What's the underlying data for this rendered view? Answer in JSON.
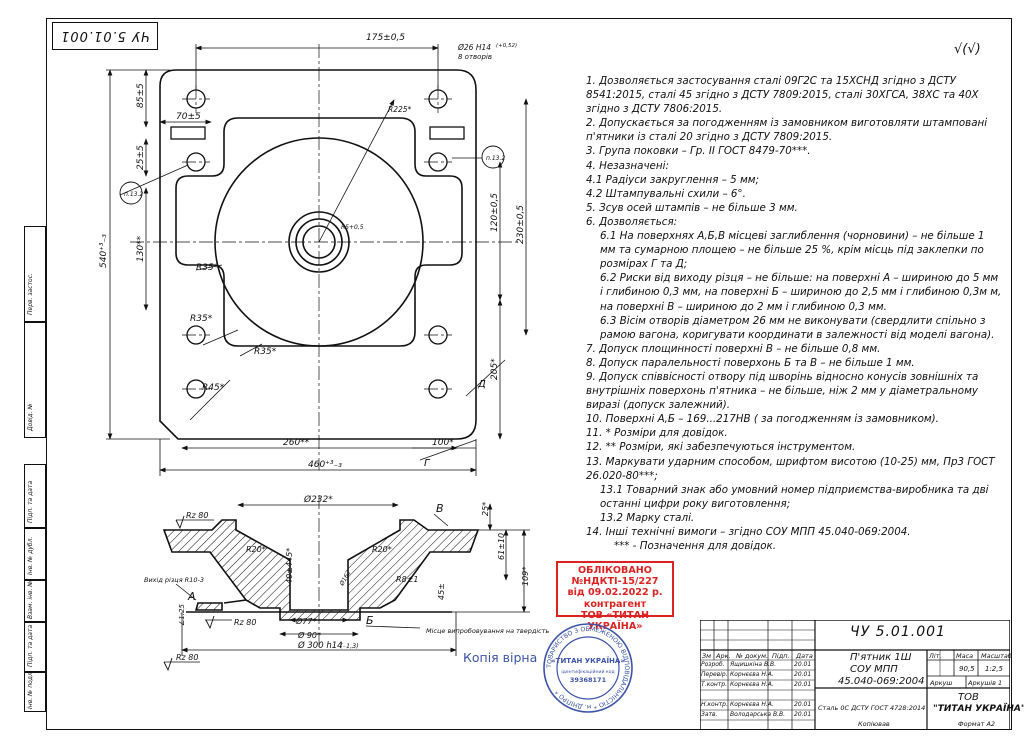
{
  "document": {
    "code_rotated": "ЧУ 5.01.001",
    "roughness": "√(√)",
    "dims": {
      "d175": "175±0,5",
      "hole_d": "Ø26 Н14",
      "hole_tol": "(+0,52)",
      "hole_count": "8 отворів",
      "d85": "85±5",
      "d70": "70±5",
      "d25": "25±5",
      "d130": "130**",
      "d540": "540⁺³₋₃",
      "d230": "230±0,5",
      "d120": "120±0,5",
      "d205": "205*",
      "d260": "260**",
      "d100": "100*",
      "d460": "460⁺³₋₃",
      "r35a": "R35*",
      "r35b": "R35*",
      "r35c": "R35*",
      "r45": "R45*",
      "r225": "R225*",
      "r_hub": "R5+0,5",
      "p13_left": "п.13.2",
      "p13_right": "п.13.2",
      "letter_d": "Д",
      "letter_g": "Г",
      "d232": "Ø232*",
      "rz80a": "Rz 80",
      "rz80b": "Rz 80",
      "rz80c": "Rz 80",
      "r20a": "R20*",
      "r20b": "R20*",
      "d45": "45*",
      "d40": "40±4",
      "r8": "R8±1",
      "d45b": "45±",
      "d61": "61±10",
      "d109": "109*",
      "d25b": "25*",
      "d77": "Ø77*",
      "d90": "Ø 90*",
      "d300": "Ø 300 h14",
      "d300tol": "(₋1,3)",
      "d162": "Ø162",
      "exit": "Вихід різця R10-3",
      "tilt": "∠1:25",
      "letter_v": "В",
      "letter_a": "А",
      "letter_b": "Б",
      "thread_note": "Місце випробовування на твердість"
    },
    "notes": [
      {
        "cls": "n",
        "text": "1. Дозволяється застосування сталі 09Г2С та 15ХСНД згідно з ДСТУ 8541:2015, сталі 45 згідно з ДСТУ 7809:2015, сталі 30ХГСА, 38ХС та 40Х згідно з ДСТУ 7806:2015."
      },
      {
        "cls": "n",
        "text": "2. Допускається за погодженням із замовником виготовляти штамповані п'ятники із сталі 20 згідно з ДСТУ 7809:2015."
      },
      {
        "cls": "n",
        "text": "3. Група поковки – Гр. II ГОСТ 8479-70***."
      },
      {
        "cls": "n",
        "text": "4. Незазначені:"
      },
      {
        "cls": "n",
        "text": "4.1 Радіуси закруглення – 5 мм;"
      },
      {
        "cls": "n",
        "text": "4.2 Штампувальні схили – 6°."
      },
      {
        "cls": "n",
        "text": "5. Зсув осей штампів – не більше 3 мм."
      },
      {
        "cls": "n",
        "text": "6. Дозволяється:"
      },
      {
        "cls": "n sub",
        "text": "6.1 На поверхнях А,Б,В місцеві заглиблення (чорновини) – не більше 1 мм та сумарною площею – не більше 25 %, крім місць під заклепки по розмірах Г та Д;"
      },
      {
        "cls": "n sub",
        "text": "6.2 Риски від виходу різця – не більше: на поверхні А – шириною до 5 мм і глибиною 0,3 мм, на поверхні Б – шириною до 2,5 мм і глибиною 0,3м м, на поверхні В – шириною до 2 мм і глибиною 0,3 мм."
      },
      {
        "cls": "n sub",
        "text": "6.3 Вісім отворів діаметром 26 мм не виконувати (свердлити спільно з рамою вагона, коригувати координати в залежності від моделі вагона)."
      },
      {
        "cls": "n",
        "text": "7. Допуск площинності поверхні В – не більше 0,8 мм."
      },
      {
        "cls": "n",
        "text": "8. Допуск паралельності поверхонь Б та В – не більше 1 мм."
      },
      {
        "cls": "n",
        "text": "9. Допуск співвісності отвору під шворінь відносно конусів зовнішніх та внутрішніх поверхонь п'ятника – не більше, ніж 2 мм у діаметральному виразі (допуск залежний)."
      },
      {
        "cls": "n",
        "text": "10. Поверхні А,Б – 169...217НВ ( за погодженням із замовником)."
      },
      {
        "cls": "n",
        "text": "11. * Розміри для довідок."
      },
      {
        "cls": "n",
        "text": "12. ** Розміри, які забезпечуються інструментом."
      },
      {
        "cls": "n",
        "text": "13. Маркувати ударним способом, шрифтом висотою (10-25) мм, Пр3 ГОСТ 26.020-80***;"
      },
      {
        "cls": "n sub",
        "text": "13.1 Товарний знак або умовний номер підприємства-виробника та дві останні цифри року виготовлення;"
      },
      {
        "cls": "n sub",
        "text": "13.2 Марку сталі."
      },
      {
        "cls": "n",
        "text": "14. Інші технічні вимоги – згідно СОУ МПП 45.040-069:2004."
      },
      {
        "cls": "n sub2",
        "text": "*** - Позначення для довідок."
      }
    ],
    "left_strip": [
      "Перв. застос.",
      "Довід. №",
      "Підп. та дата",
      "Інв. № дубл.",
      "Взам. інв. №",
      "Підп. та дата",
      "Інв. № подл."
    ],
    "stamp": {
      "line1": "ОБЛІКОВАНО",
      "line2": "№НДКТІ-15/227",
      "line3": "від 09.02.2022 р.",
      "line4": "контрагент",
      "line5": "ТОВ «ТИТАН УКРАЇНА»"
    },
    "copy_mark": "Копія вірна",
    "seal": {
      "ring": "ТОВАРИСТВО З ОБМЕЖЕНОЮ ВІДПОВІДАЛЬНІСТЮ * м. ДНІПРО *",
      "name": "«ТИТАН УКРАЇНА»",
      "code_label": "ідентифікаційний код",
      "code": "39368171"
    },
    "title_block": {
      "doc_code": "ЧУ 5.01.001",
      "part_name": "П'ятник 1Ш",
      "standard1": "СОУ МПП",
      "standard2": "45.040-069:2004",
      "material": "Сталь 0С ДСТУ ГОСТ 4728:2014",
      "lit": "Літ.",
      "mass_h": "Маса",
      "scale_h": "Масштаб",
      "mass": "90,5",
      "scale": "1:2,5",
      "sheet": "Аркуш",
      "sheets": "Аркушів 1",
      "company1": "ТОВ",
      "company2": "\"ТИТАН УКРАЇНА\"",
      "copied": "Копіював",
      "format": "Формат А2",
      "col_izm": "Зм",
      "col_list": "Арк.",
      "col_doc": "№ докум.",
      "col_sign": "Підп.",
      "col_date": "Дата",
      "rows": [
        {
          "role": "Розроб.",
          "name": "Ящишкіна В.В.",
          "date": "20.01"
        },
        {
          "role": "Перевір.",
          "name": "Корнєєва Н.А.",
          "date": "20.01"
        },
        {
          "role": "Т.контр.",
          "name": "Корнєєва Н.А.",
          "date": "20.01"
        },
        {
          "role": "",
          "name": "",
          "date": ""
        },
        {
          "role": "Н.контр.",
          "name": "Корнєєва Н.А.",
          "date": "20.01"
        },
        {
          "role": "Затв.",
          "name": "Володарська В.В.",
          "date": "20.01"
        }
      ]
    }
  }
}
